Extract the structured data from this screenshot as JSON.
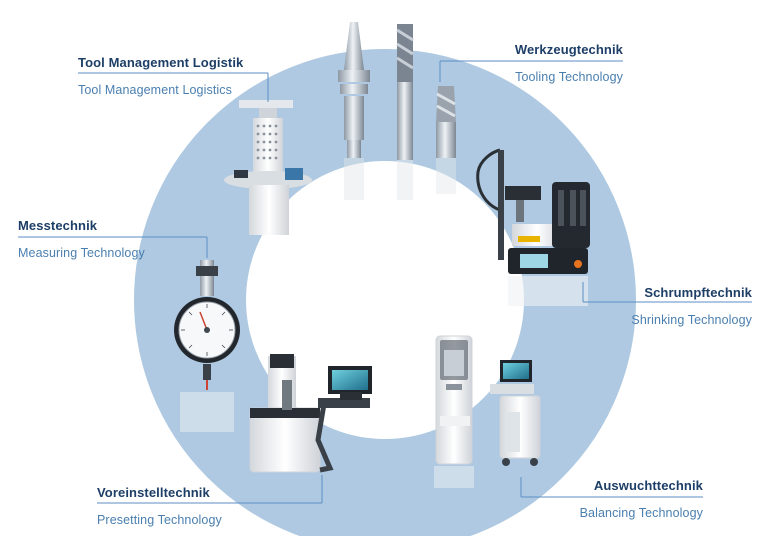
{
  "colors": {
    "ring": "#aec9e1",
    "heading": "#1d3e66",
    "subheading": "#4a7fb0",
    "connector": "#5c8ec3",
    "brand_orange": "#e8731f"
  },
  "segments": [
    {
      "id": "tool-management",
      "de": "Tool Management Logistik",
      "en": "Tool Management Logistics",
      "icon": "tool-storage-tower-icon"
    },
    {
      "id": "tooling",
      "de": "Werkzeugtechnik",
      "en": "Tooling Technology",
      "icon": "tool-holders-icon"
    },
    {
      "id": "measuring",
      "de": "Messtechnik",
      "en": "Measuring Technology",
      "icon": "dial-indicator-icon"
    },
    {
      "id": "shrinking",
      "de": "Schrumpftechnik",
      "en": "Shrinking Technology",
      "icon": "shrink-fit-machine-icon"
    },
    {
      "id": "presetting",
      "de": "Voreinstelltechnik",
      "en": "Presetting Technology",
      "icon": "presetting-machine-icon"
    },
    {
      "id": "balancing",
      "de": "Auswuchttechnik",
      "en": "Balancing Technology",
      "icon": "balancing-machine-icon"
    }
  ]
}
